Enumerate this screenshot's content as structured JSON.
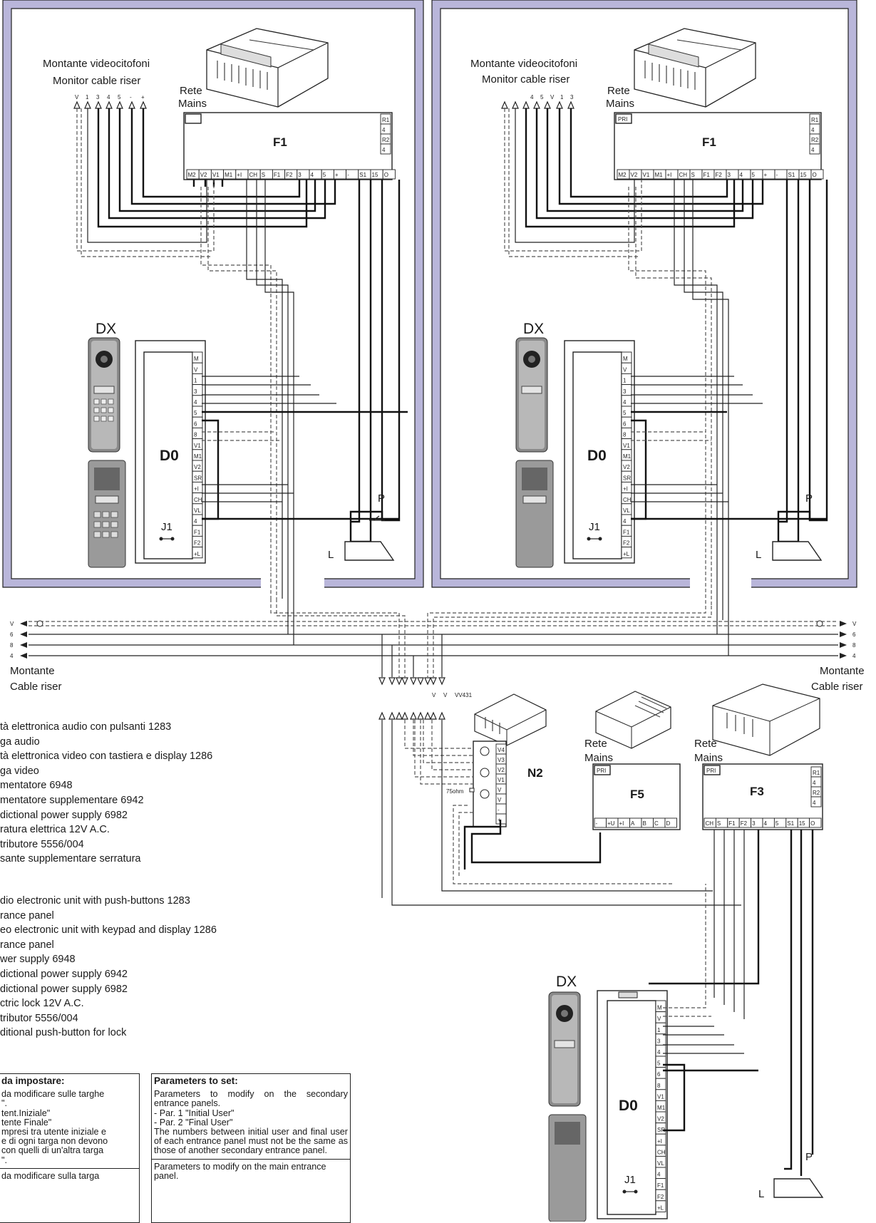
{
  "riser_top": {
    "it": "Montante videocitofoni",
    "en": "Monitor cable riser"
  },
  "mains": {
    "it": "Rete",
    "en": "Mains"
  },
  "pins_left": [
    "V",
    "1",
    "3",
    "4",
    "5",
    "-",
    "+"
  ],
  "pins_right": [
    "4",
    "5",
    "V",
    "1",
    "3"
  ],
  "f1": {
    "name": "F1",
    "pri": "PRI",
    "left_terms": [
      "M2",
      "V2",
      "V1",
      "M1",
      "+I",
      "CH",
      "S",
      "F1",
      "F2",
      "3",
      "4",
      "5",
      "+",
      "-",
      "S1",
      "15",
      "O"
    ],
    "right_terms": [
      "R1",
      "4",
      "R2",
      "4"
    ]
  },
  "dx": "DX",
  "d0": {
    "name": "D0",
    "jumper": "J1",
    "terms": [
      "M",
      "V",
      "1",
      "3",
      "4",
      "5",
      "6",
      "8",
      "V1",
      "M1",
      "V2",
      "SR",
      "+I",
      "CH",
      "VL",
      "4",
      "F1",
      "F2",
      "+L"
    ]
  },
  "p": "P",
  "l": "L",
  "bus_labels": [
    "V",
    "6",
    "8",
    "4"
  ],
  "riser_bottom": {
    "it": "Montante",
    "en": "Cable riser"
  },
  "n2": {
    "name": "N2",
    "terms": [
      "V4",
      "V3",
      "V2",
      "V1",
      "V",
      "V",
      "-",
      "+"
    ],
    "top": [
      "V",
      "V",
      "VV431"
    ],
    "ohm": "75ohm"
  },
  "f5": {
    "name": "F5",
    "pri": "PRI",
    "terms": [
      "-",
      "+U",
      "+I",
      "A",
      "B",
      "C",
      "D"
    ]
  },
  "f3": {
    "name": "F3",
    "pri": "PRI",
    "terms": [
      "CH",
      "S",
      "F1",
      "F2",
      "3",
      "4",
      "5",
      "S1",
      "15",
      "O"
    ],
    "right_terms": [
      "R1",
      "4",
      "R2",
      "4"
    ]
  },
  "legend_it": [
    "tà elettronica audio con pulsanti 1283",
    "ga audio",
    "tà elettronica video con tastiera e display 1286",
    "ga video",
    "mentatore 6948",
    "mentatore supplementare 6942",
    "dictional power supply 6982",
    "ratura elettrica 12V A.C.",
    "tributore 5556/004",
    "sante supplementare serratura"
  ],
  "legend_en": [
    "dio electronic unit with push-buttons 1283",
    "rance panel",
    "eo electronic unit  with keypad and display 1286",
    "rance panel",
    "wer supply 6948",
    "dictional power supply 6942",
    "dictional power supply 6982",
    "ctric lock 12V A.C.",
    "tributor 5556/004",
    "ditional push-button for lock"
  ],
  "params_it": {
    "title": "da impostare:",
    "lines": [
      "da modificare sulle targhe",
      "\".",
      "tent.Iniziale\"",
      "tente Finale\"",
      "mpresi tra utente iniziale e",
      "e di ogni targa non devono",
      "con quelli di un'altra targa",
      "\"."
    ],
    "line2": "da modificare sulla targa"
  },
  "params_en": {
    "title": "Parameters to set:",
    "p1": "Parameters to modify on the secondary entrance panels.",
    "p2": "- Par. 1 \"Initial User\"",
    "p3": "- Par. 2 \"Final User\"",
    "p4": "The numbers between initial user and final user of each entrance panel must not be the same as those of another secondary entrance panel.",
    "p5": "Parameters to modify on the main entrance panel."
  }
}
